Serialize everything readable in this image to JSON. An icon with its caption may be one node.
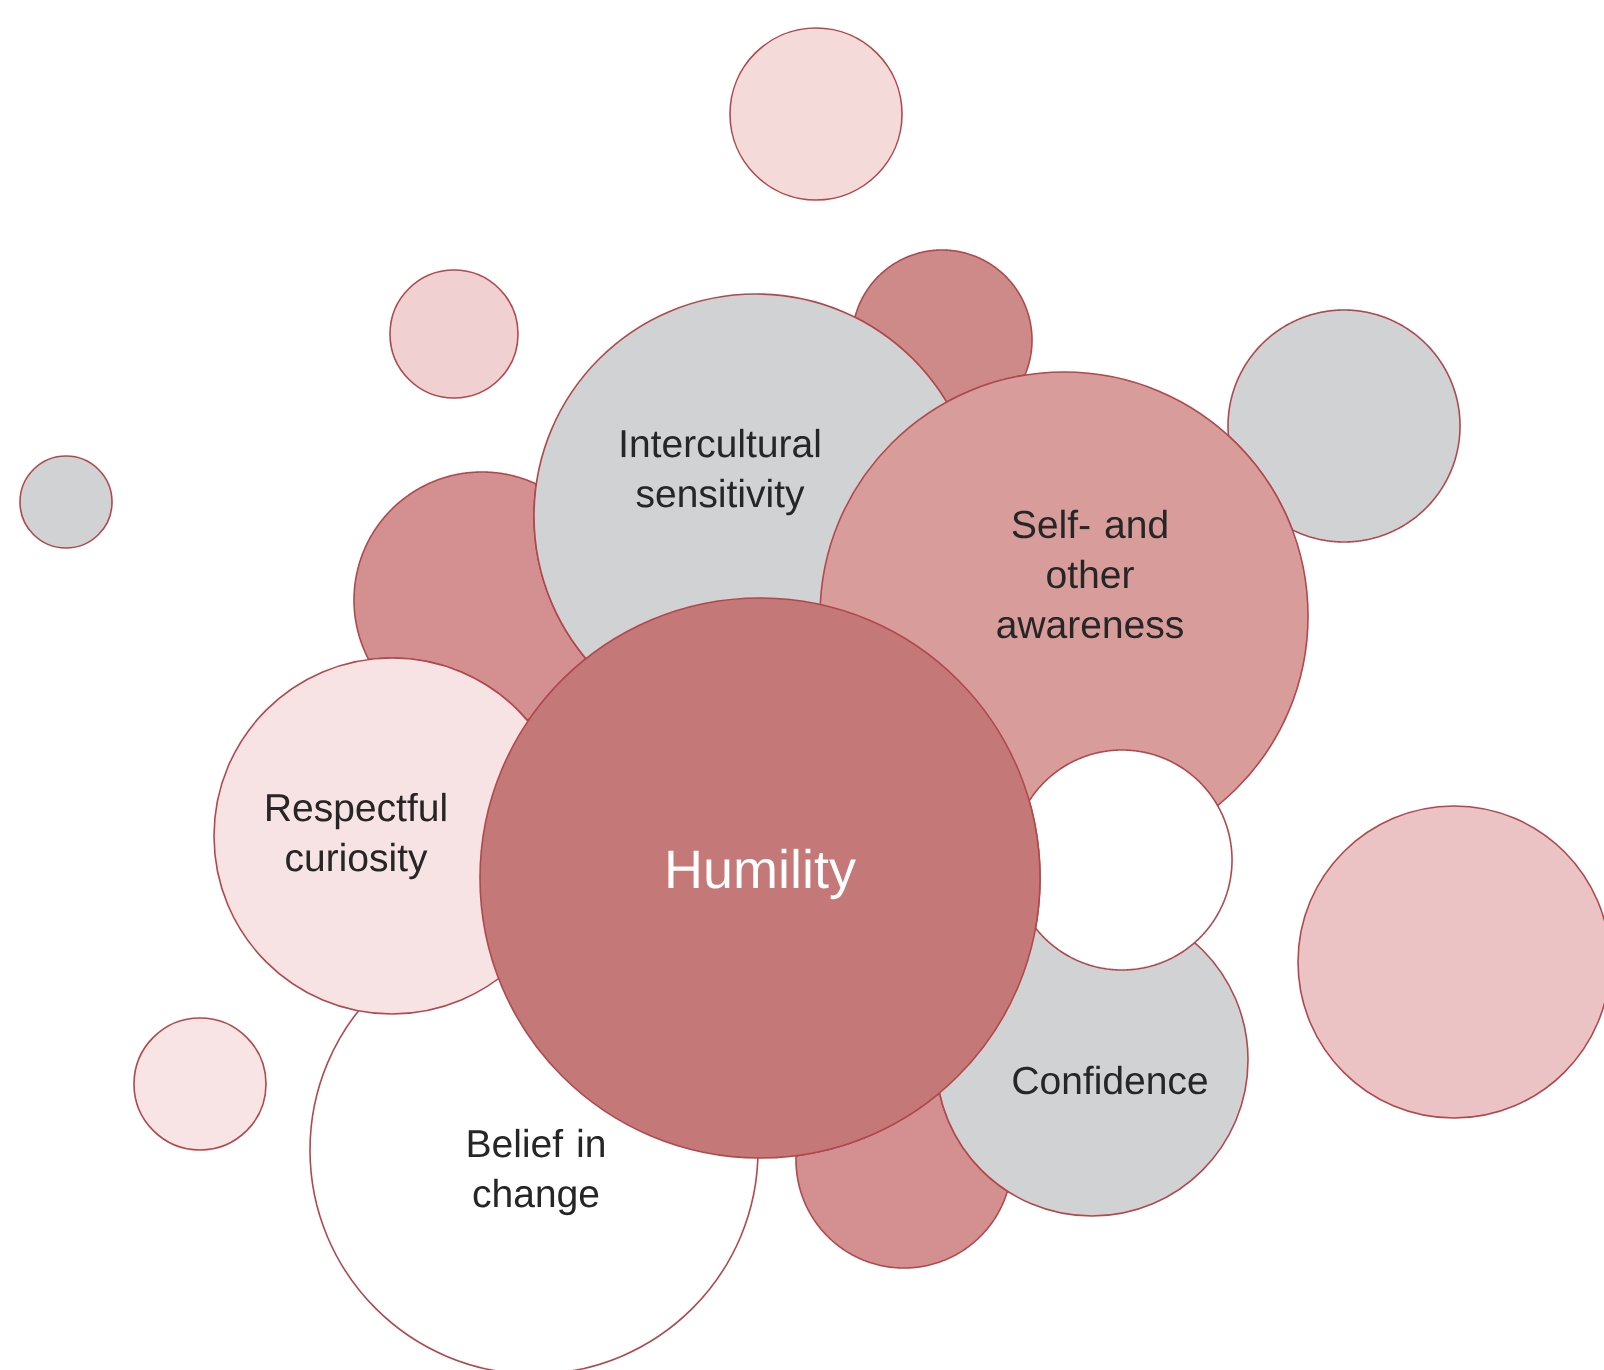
{
  "diagram": {
    "nodes": [
      {
        "text": [],
        "shape": "circle"
      },
      {
        "text": [],
        "shape": "circle"
      },
      {
        "text": [],
        "shape": "circle"
      },
      {
        "text": [
          "Intercultural sensitivity"
        ]
      },
      {
        "text": [],
        "shape": "circle"
      },
      {
        "text": [
          "Self- and other awareness"
        ]
      },
      {
        "text": [],
        "shape": "circle"
      },
      {
        "text": [],
        "shape": "circle"
      },
      {
        "text": [
          "Respectful curiosity"
        ]
      },
      {
        "text": [
          "Humility"
        ]
      },
      {
        "text": [],
        "shape": "circle"
      },
      {
        "text": [],
        "shape": "circle"
      },
      {
        "text": [
          "Confidence"
        ]
      },
      {
        "text": [
          "Belief in change"
        ]
      },
      {
        "text": [],
        "shape": "circle"
      },
      {
        "text": [],
        "shape": "circle"
      }
    ]
  }
}
